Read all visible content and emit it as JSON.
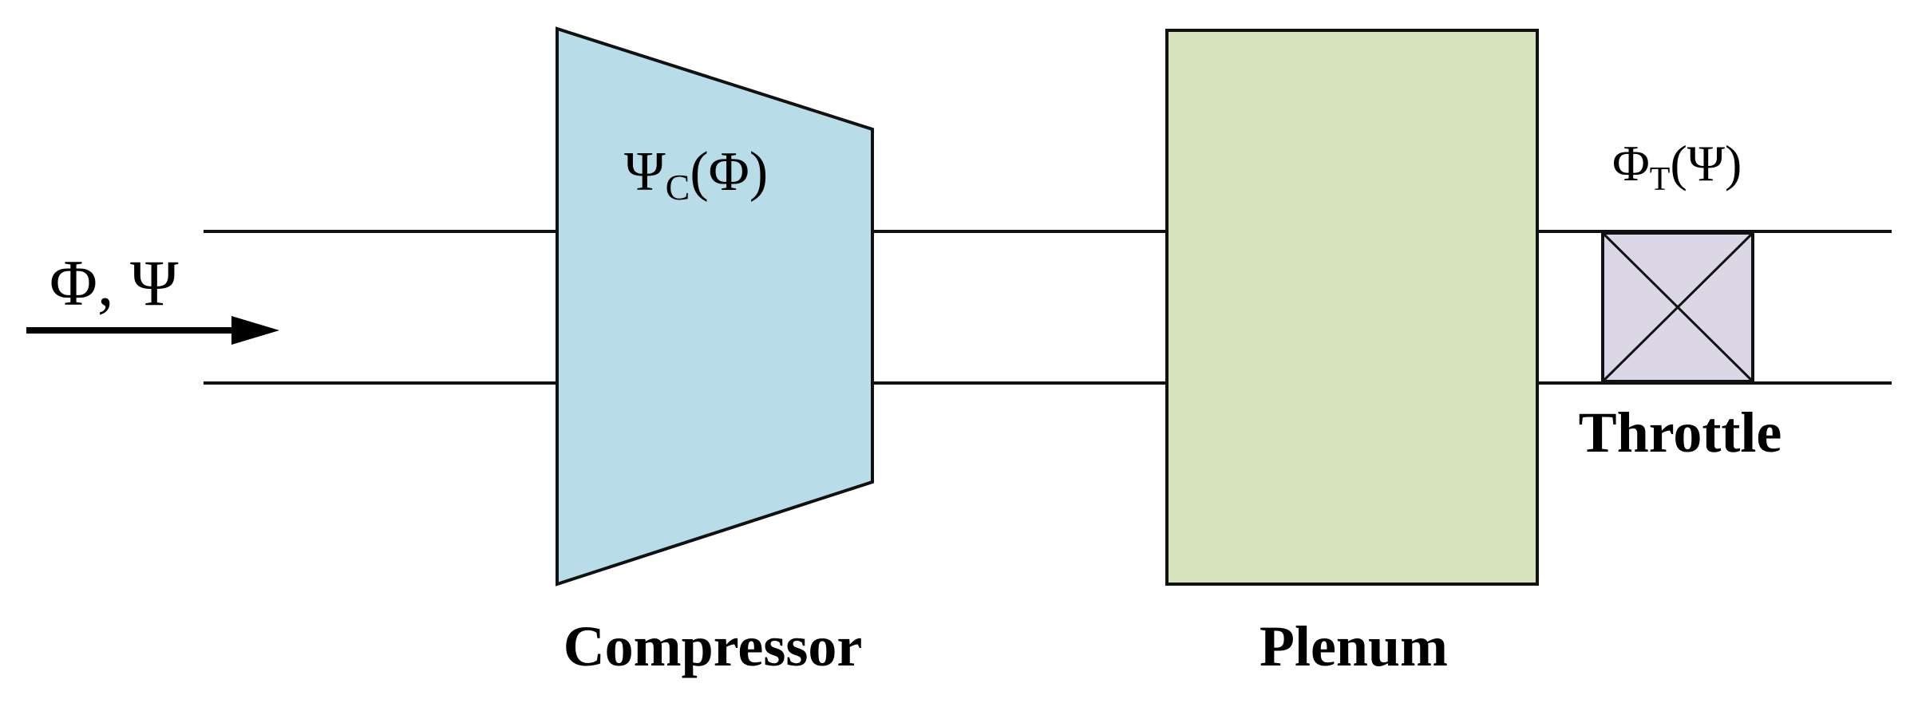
{
  "inlet_label": "Φ, Ψ",
  "compressor": {
    "name": "Compressor",
    "characteristic": {
      "symbol": "Ψ",
      "subscript": "C",
      "argument": "(Φ)"
    },
    "fill": "#b8dde8"
  },
  "plenum": {
    "name": "Plenum",
    "fill": "#d6e4bd"
  },
  "throttle": {
    "name": "Throttle",
    "characteristic": {
      "symbol": "Φ",
      "subscript": "T",
      "argument": "(Ψ)"
    },
    "fill": "#dcd7e6"
  },
  "colors": {
    "stroke": "#111111",
    "text": "#000000"
  }
}
